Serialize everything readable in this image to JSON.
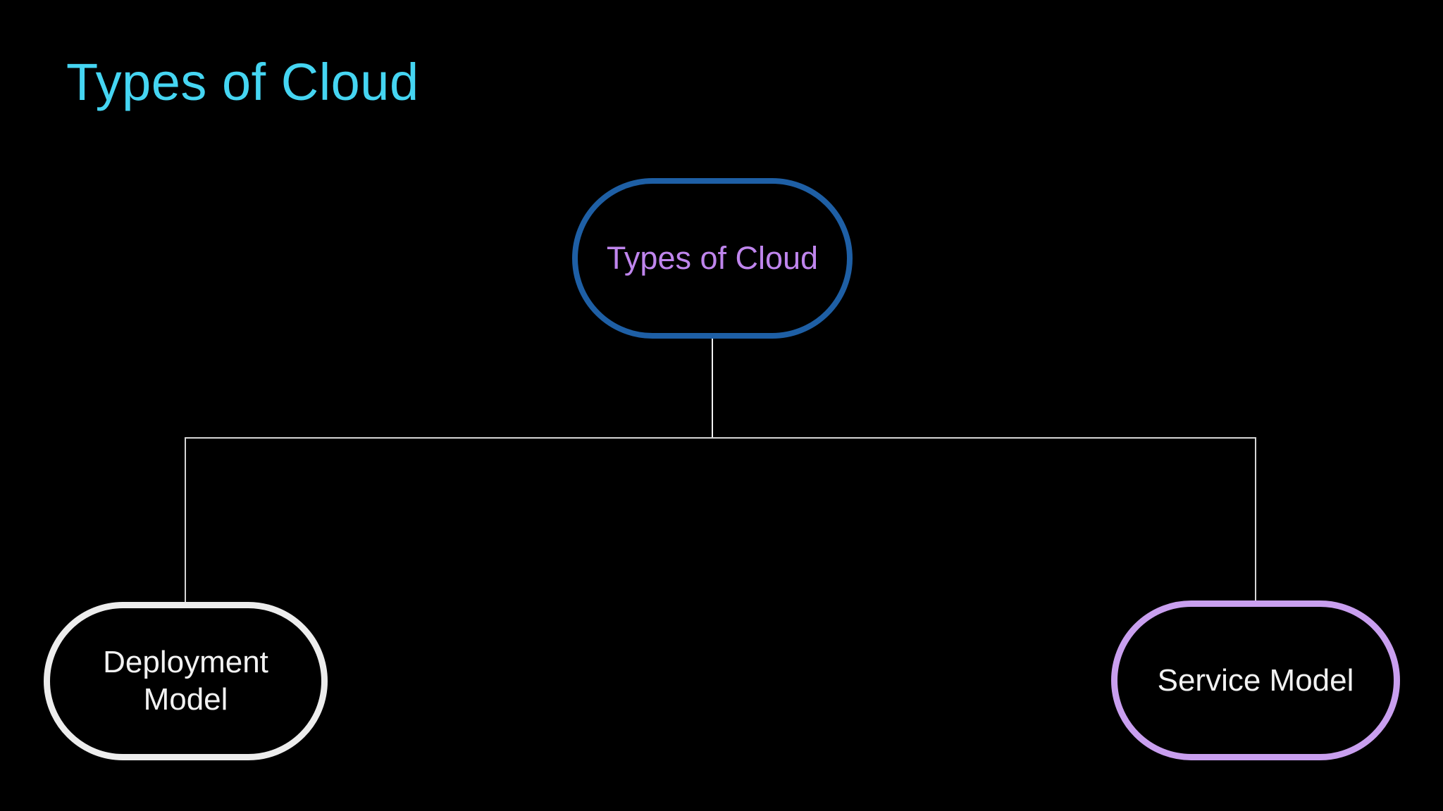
{
  "slide": {
    "title": "Types of Cloud"
  },
  "diagram": {
    "root": {
      "label": "Types of Cloud"
    },
    "children": [
      {
        "id": "deployment-model",
        "label": "Deployment Model"
      },
      {
        "id": "service-model",
        "label": "Service Model"
      }
    ]
  },
  "colors": {
    "background": "#000000",
    "title_text": "#45D5F2",
    "root_border": "#1E5FA5",
    "root_text": "#BF85ED",
    "deployment_border": "#EDEDED",
    "deployment_text": "#F2F2F2",
    "service_border": "#C99FEF",
    "service_text": "#F2F2F2",
    "connector": "#D6D6D6",
    "root_stem": "#F2F2F2"
  }
}
